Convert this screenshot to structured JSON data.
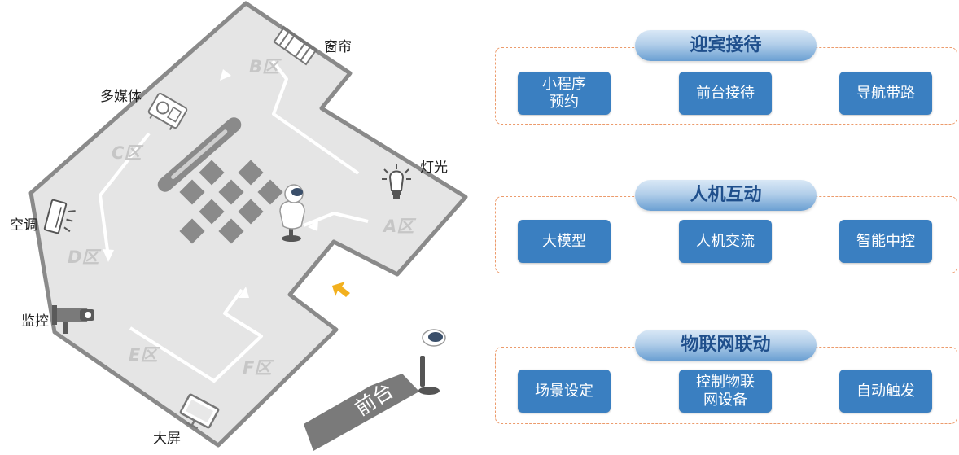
{
  "floorplan": {
    "device_labels": {
      "curtain": "窗帘",
      "multimedia": "多媒体",
      "light": "灯光",
      "ac": "空调",
      "monitor": "监控",
      "screen": "大屏"
    },
    "zones": [
      "A区",
      "B区",
      "C区",
      "D区",
      "E区",
      "F区"
    ],
    "front_desk": "前台",
    "icons": [
      "curtain-icon",
      "projector-icon",
      "light-bulb-icon",
      "air-conditioner-icon",
      "camera-icon",
      "monitor-icon",
      "robot-icon",
      "entrance-arrow-icon"
    ],
    "colors": {
      "floor": "#e5e5e5",
      "wall": "#8a8a8a",
      "path": "#ffffff",
      "entrance_arrow": "#f2b01e",
      "desk": "#7a7a7a"
    }
  },
  "sections": [
    {
      "title": "迎宾接待",
      "items": [
        "小程序\n预约",
        "前台接待",
        "导航带路"
      ]
    },
    {
      "title": "人机互动",
      "items": [
        "大模型",
        "人机交流",
        "智能中控"
      ]
    },
    {
      "title": "物联网联动",
      "items": [
        "场景设定",
        "控制物联\n网设备",
        "自动触发"
      ]
    }
  ],
  "colors": {
    "button": "#3a7fc1",
    "pill_text": "#1f4f8c",
    "panel_border": "#ec9b6c"
  }
}
